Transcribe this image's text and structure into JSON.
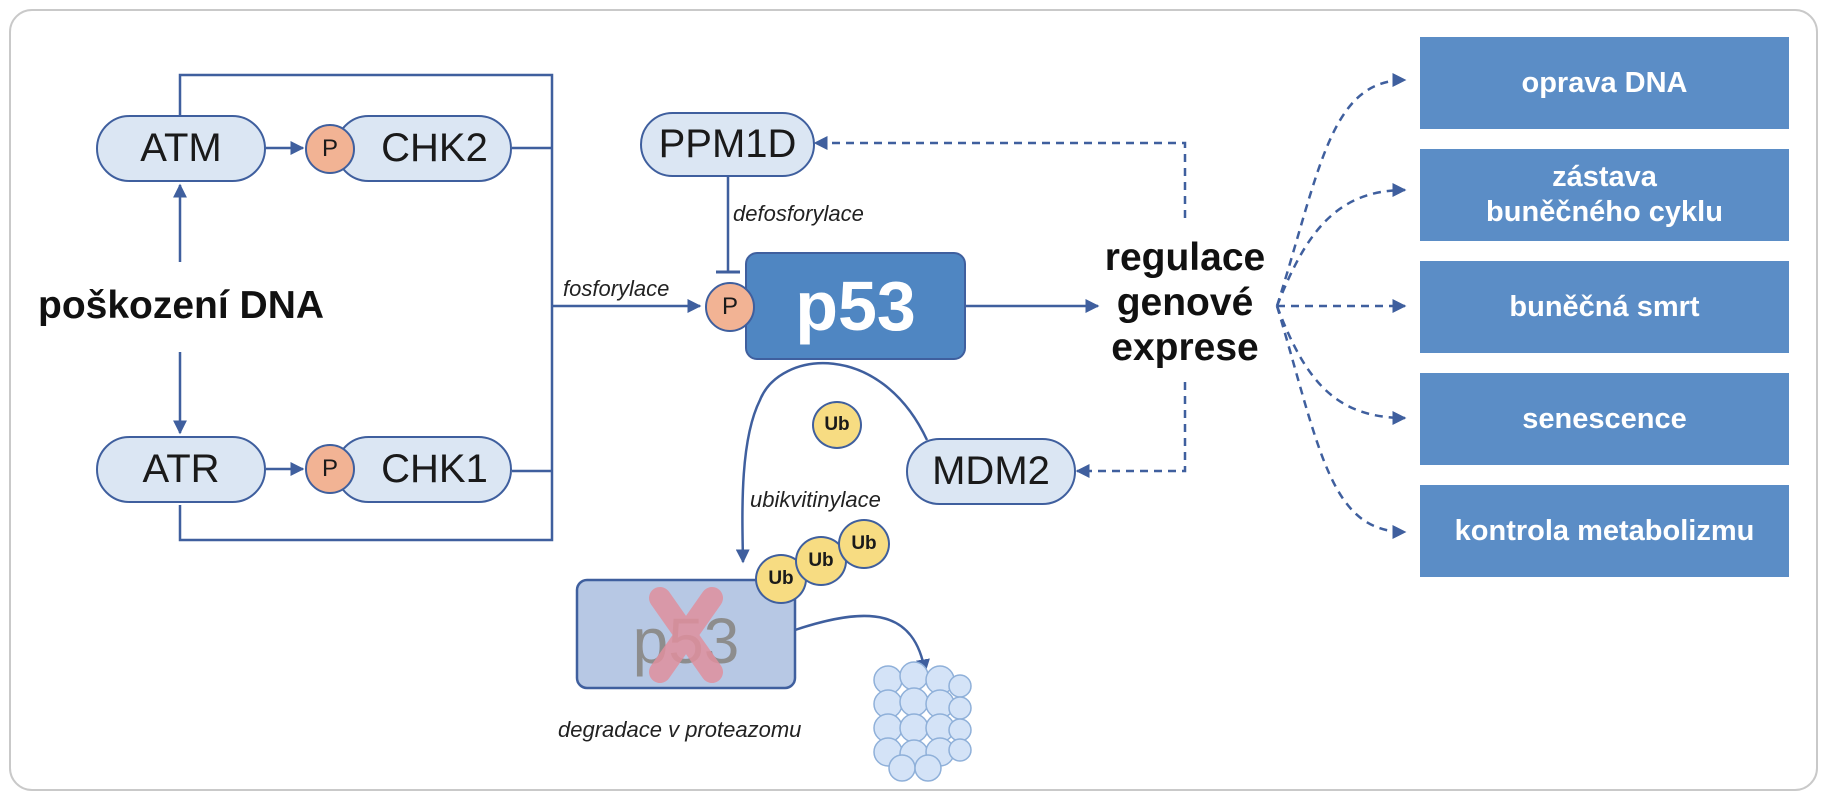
{
  "nodes": {
    "atm": "ATM",
    "atr": "ATR",
    "chk2": "CHK2",
    "chk1": "CHK1",
    "ppm1d": "PPM1D",
    "mdm2": "MDM2",
    "p53": "p53",
    "p53_degraded": "p53",
    "phospho": "P",
    "ub": "Ub"
  },
  "labels": {
    "dna_damage": "poškození DNA",
    "phosphorylation": "fosforylace",
    "dephosphorylation": "defosforylace",
    "ubiquitinylation": "ubikvitinylace",
    "degradation": "degradace v proteazomu",
    "gene_regulation_1": "regulace",
    "gene_regulation_2": "genové",
    "gene_regulation_3": "exprese"
  },
  "outcomes": {
    "dna_repair": "oprava DNA",
    "cell_cycle_arrest": "zástava buněčného cyklu",
    "cell_death": "buněčná smrt",
    "senescence": "senescence",
    "metabolism_control": "kontrola metabolizmu"
  },
  "colors": {
    "line": "#3f5f9e",
    "node_fill": "#dbe6f3",
    "p53_fill": "#4f86c2",
    "outcome_fill": "#5b8dc6",
    "phospho_fill": "#f2b394",
    "ub_fill": "#f7dc82",
    "degraded_fill": "#b7c8e4",
    "cross": "#e0909e",
    "proteasome_fill": "#d4e3f7"
  }
}
